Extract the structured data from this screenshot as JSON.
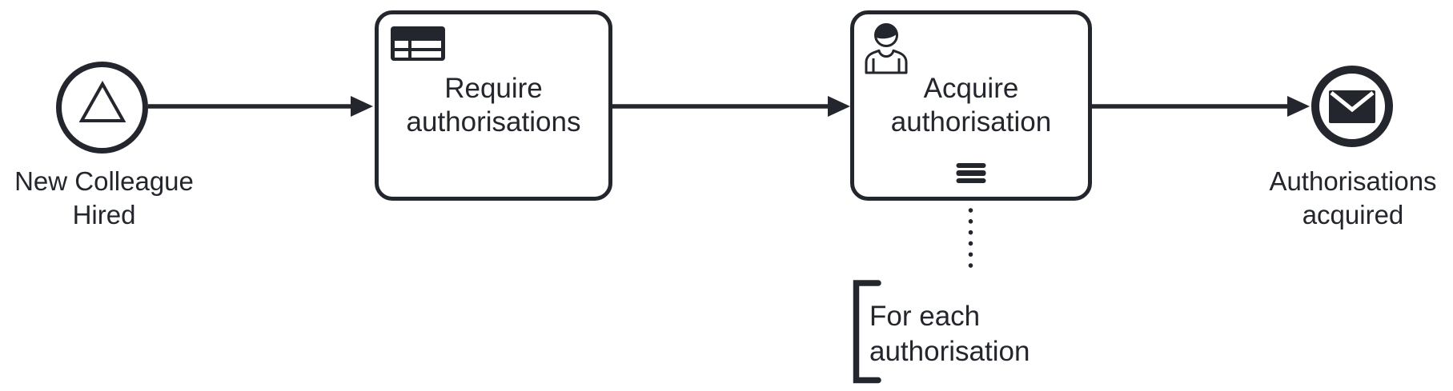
{
  "colors": {
    "ink": "#23262c",
    "background": "#ffffff"
  },
  "start_event": {
    "label": "New Colleague Hired",
    "icon": "signal-triangle-icon"
  },
  "tasks": [
    {
      "label": "Require authorisations",
      "icon": "business-rule-table-icon"
    },
    {
      "label": "Acquire authorisation",
      "icon": "user-icon",
      "marker": "sequential-multi-instance-marker"
    }
  ],
  "end_event": {
    "label": "Authorisations acquired",
    "icon": "message-envelope-icon"
  },
  "annotation": {
    "text": "For each authorisation"
  }
}
